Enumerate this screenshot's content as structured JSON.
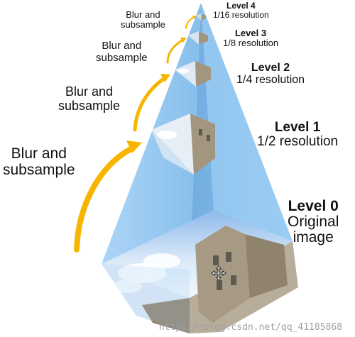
{
  "colors": {
    "pyramid_fill": "#8ec5f0",
    "pyramid_side": "#6fb0e6",
    "arrow": "#f7b500",
    "sky_top": "#9fc6ef",
    "sky_bottom": "#e9f2fb",
    "building": "#9c8f7a"
  },
  "levels": [
    {
      "title": "Level 4",
      "subtitle": "1/16 resolution"
    },
    {
      "title": "Level 3",
      "subtitle": "1/8 resolution"
    },
    {
      "title": "Level 2",
      "subtitle": "1/4 resolution"
    },
    {
      "title": "Level 1",
      "subtitle": "1/2 resolution"
    },
    {
      "title": "Level 0",
      "subtitle_line1": "Original",
      "subtitle_line2": "image"
    }
  ],
  "blur_labels": [
    {
      "line1": "Blur and",
      "line2": "subsample"
    },
    {
      "line1": "Blur and",
      "line2": "subsample"
    },
    {
      "line1": "Blur and",
      "line2": "subsample"
    },
    {
      "line1": "Blur and",
      "line2": "subsample"
    }
  ],
  "watermark": "https://blog.csdn.net/qq_41185868",
  "cursor_icon": "move-cursor-icon"
}
